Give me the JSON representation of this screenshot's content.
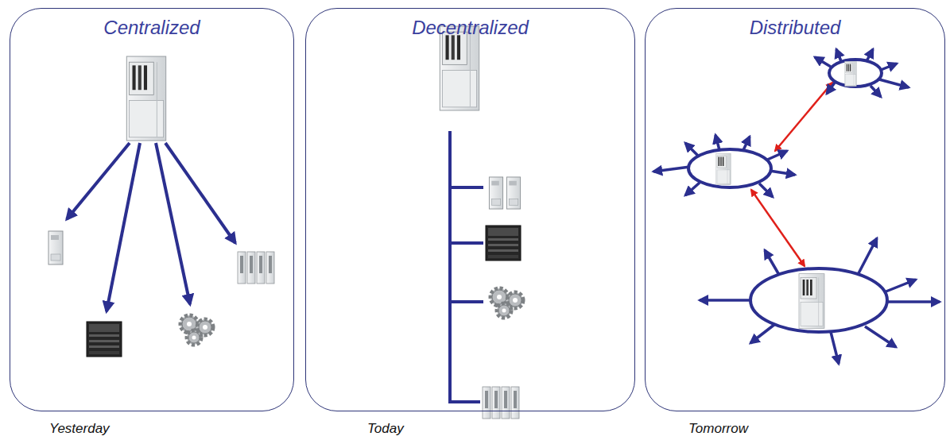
{
  "diagram": {
    "nodes": [
      {
        "text": [
          "Centralized"
        ]
      },
      {
        "text": [
          "Decentralized"
        ]
      },
      {
        "text": [
          "Distributed"
        ]
      }
    ],
    "labels": [
      "Yesterday",
      "Today",
      "Tomorrow"
    ]
  }
}
